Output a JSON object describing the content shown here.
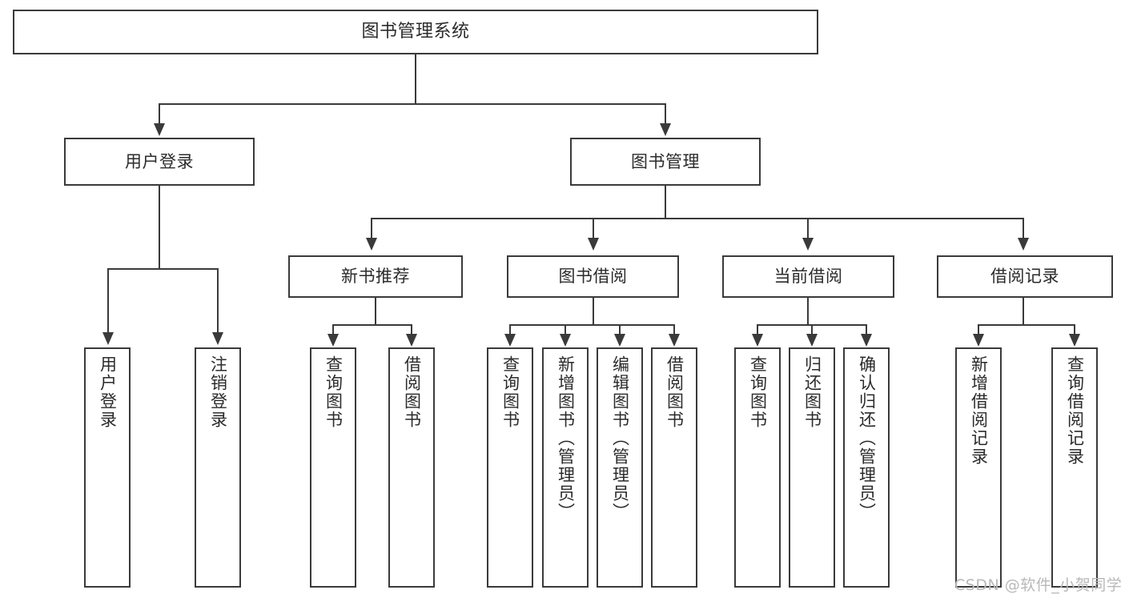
{
  "diagram": {
    "type": "functional-decomposition-tree",
    "title": "图书管理系统",
    "background_color": "#ffffff",
    "line_color": "#3a3a3a",
    "text_color": "#2b2b2b",
    "levels": 4
  },
  "nodes": {
    "root": {
      "label": "图书管理系统"
    },
    "level2": [
      {
        "id": "user-login",
        "label": "用户登录"
      },
      {
        "id": "book-management",
        "label": "图书管理"
      }
    ],
    "level3": [
      {
        "id": "new-book-recommend",
        "label": "新书推荐"
      },
      {
        "id": "book-borrow",
        "label": "图书借阅"
      },
      {
        "id": "current-borrow",
        "label": "当前借阅"
      },
      {
        "id": "borrow-record",
        "label": "借阅记录"
      }
    ],
    "leaves": {
      "user_login": [
        {
          "id": "leaf-user-login",
          "label": "用户登录"
        },
        {
          "id": "leaf-user-logout",
          "label": "注销登录"
        }
      ],
      "new_book_recommend": [
        {
          "id": "leaf-query-book-1",
          "label": "查询图书"
        },
        {
          "id": "leaf-borrow-book-1",
          "label": "借阅图书"
        }
      ],
      "book_borrow": [
        {
          "id": "leaf-query-book-2",
          "label": "查询图书"
        },
        {
          "id": "leaf-add-book",
          "label": "新增图书（管理员）"
        },
        {
          "id": "leaf-edit-book",
          "label": "编辑图书（管理员）"
        },
        {
          "id": "leaf-borrow-book-2",
          "label": "借阅图书"
        }
      ],
      "current_borrow": [
        {
          "id": "leaf-query-book-3",
          "label": "查询图书"
        },
        {
          "id": "leaf-return-book",
          "label": "归还图书"
        },
        {
          "id": "leaf-confirm-return",
          "label": "确认归还（管理员）"
        }
      ],
      "borrow_record": [
        {
          "id": "leaf-add-record",
          "label": "新增借阅记录"
        },
        {
          "id": "leaf-query-record",
          "label": "查询借阅记录"
        }
      ]
    }
  },
  "watermark": {
    "text": "CSDN @软件_小贺同学"
  }
}
